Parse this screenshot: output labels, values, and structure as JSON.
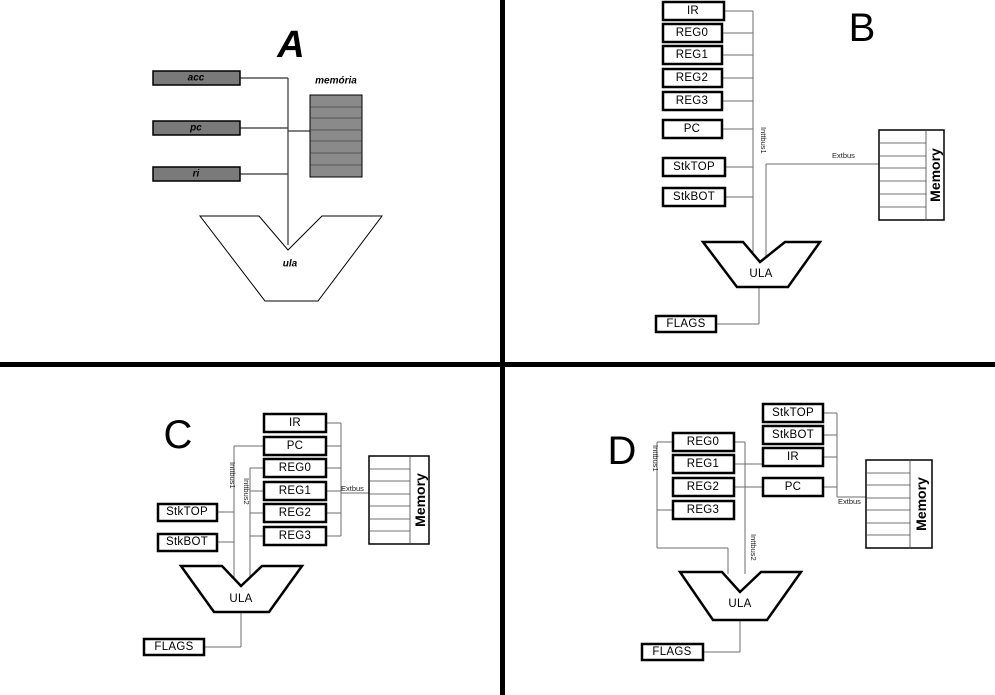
{
  "quadrants": {
    "a": {
      "title": "A",
      "registers": [
        "acc",
        "pc",
        "ri"
      ],
      "memory_label": "memória",
      "alu_label": "ula"
    },
    "b": {
      "title": "B",
      "registers": [
        "IR",
        "REG0",
        "REG1",
        "REG2",
        "REG3",
        "PC",
        "StkTOP",
        "StkBOT"
      ],
      "bus_internal": "Inttbus1",
      "bus_external": "Extbus",
      "memory_label": "Memory",
      "alu_label": "ULA",
      "flags_label": "FLAGS"
    },
    "c": {
      "title": "C",
      "registers_right": [
        "IR",
        "PC",
        "REG0",
        "REG1",
        "REG2",
        "REG3"
      ],
      "registers_left": [
        "StkTOP",
        "StkBOT"
      ],
      "bus_internal_1": "Inttbus1",
      "bus_internal_2": "Inttbus2",
      "bus_external": "Extbus",
      "memory_label": "Memory",
      "alu_label": "ULA",
      "flags_label": "FLAGS"
    },
    "d": {
      "title": "D",
      "registers_left": [
        "REG0",
        "REG1",
        "REG2",
        "REG3"
      ],
      "registers_right": [
        "StkTOP",
        "StkBOT",
        "IR",
        "PC"
      ],
      "bus_internal_1": "Inttbus1",
      "bus_internal_2": "Inttbus2",
      "bus_external": "Extbus",
      "memory_label": "Memory",
      "alu_label": "ULA",
      "flags_label": "FLAGS"
    }
  }
}
